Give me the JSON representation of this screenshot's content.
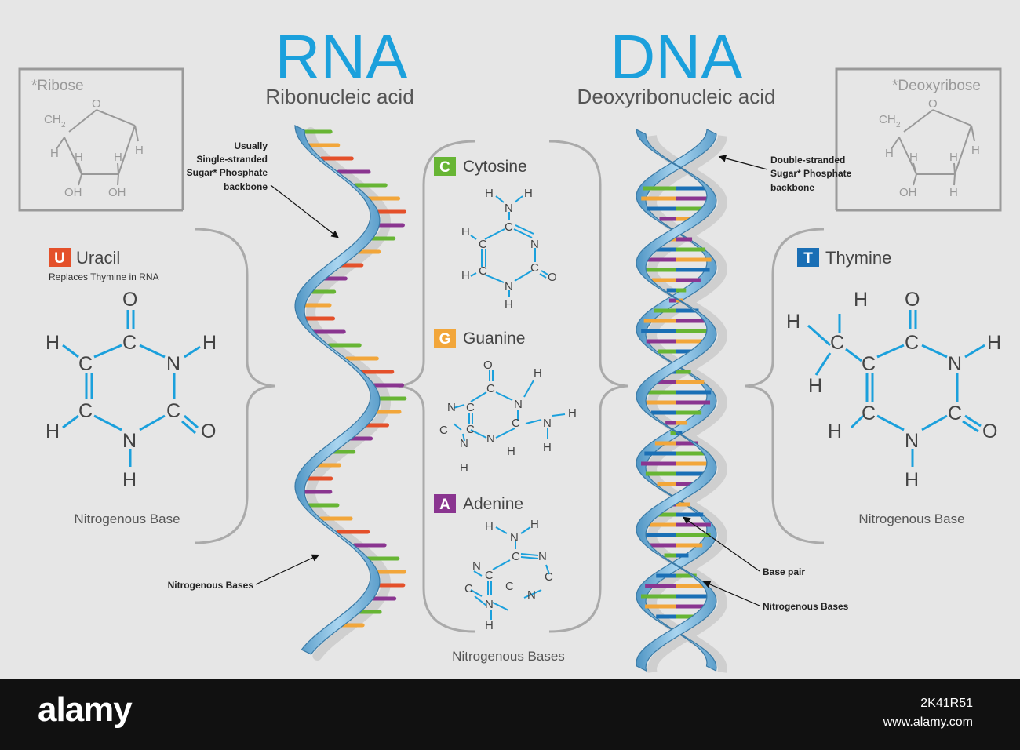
{
  "rna": {
    "title": "RNA",
    "subtitle": "Ribonucleic acid",
    "backbone_label": [
      "Usually",
      "Single-stranded",
      "Sugar* Phosphate",
      "backbone"
    ],
    "bases_label": "Nitrogenous Bases"
  },
  "dna": {
    "title": "DNA",
    "subtitle": "Deoxyribonucleic acid",
    "backbone_label": [
      "Double-stranded",
      "Sugar* Phosphate",
      "backbone"
    ],
    "base_pair_label": "Base pair",
    "bases_label": "Nitrogenous Bases"
  },
  "ribose": {
    "title": "*Ribose",
    "atoms": [
      "O",
      "CH",
      "2",
      "H",
      "H",
      "H",
      "H",
      "OH",
      "OH"
    ]
  },
  "deoxyribose": {
    "title": "*Deoxyribose",
    "atoms": [
      "O",
      "CH",
      "2",
      "H",
      "H",
      "H",
      "H",
      "OH",
      "H"
    ]
  },
  "uracil": {
    "letter": "U",
    "name": "Uracil",
    "note": "Replaces Thymine in RNA",
    "caption": "Nitrogenous Base",
    "atoms": [
      "O",
      "C",
      "H",
      "H",
      "C",
      "N",
      "C",
      "C",
      "O",
      "H",
      "N",
      "H"
    ]
  },
  "thymine": {
    "letter": "T",
    "name": "Thymine",
    "caption": "Nitrogenous Base",
    "atoms": [
      "H",
      "O",
      "H",
      "C",
      "C",
      "C",
      "H",
      "N",
      "H",
      "C",
      "C",
      "O",
      "H",
      "N",
      "H"
    ]
  },
  "cytosine": {
    "letter": "C",
    "name": "Cytosine",
    "atoms": [
      "H",
      "N",
      "H",
      "C",
      "H",
      "C",
      "N",
      "H",
      "C",
      "C",
      "O",
      "N",
      "H"
    ]
  },
  "guanine": {
    "letter": "G",
    "name": "Guanine",
    "atoms": [
      "O",
      "H",
      "C",
      "N",
      "N",
      "C",
      "C",
      "N",
      "H",
      "C",
      "C",
      "N",
      "H",
      "N",
      "H",
      "H"
    ]
  },
  "adenine": {
    "letter": "A",
    "name": "Adenine",
    "atoms": [
      "H",
      "N",
      "H",
      "C",
      "N",
      "N",
      "C",
      "C",
      "C",
      "C",
      "N",
      "N",
      "H"
    ]
  },
  "center_caption": "Nitrogenous Bases",
  "credit": {
    "logo": "alamy",
    "id": "2K41R51",
    "url": "www.alamy.com"
  },
  "colors": {
    "title_blue": "#1ba0dc",
    "bond_blue": "#1ba0dc",
    "helix_blue": "#8fc5e6",
    "helix_edge": "#3a7aa6",
    "uracil": "#e4502a",
    "thymine": "#1a6fb5",
    "cytosine": "#67b534",
    "guanine": "#f2a63a",
    "adenine": "#8a3590",
    "gray_text": "#555555",
    "bracket_gray": "#9a9a9a"
  }
}
